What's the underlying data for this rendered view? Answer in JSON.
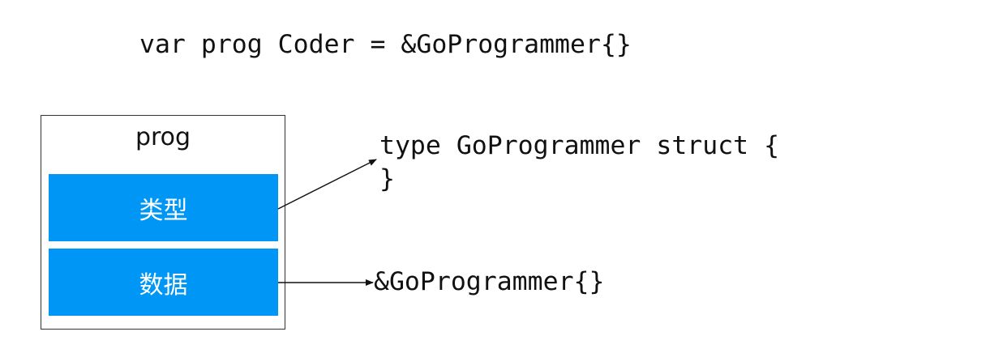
{
  "code_line": "var prog Coder = &GoProgrammer{}",
  "interface_box": {
    "label": "prog",
    "type_cell": "类型",
    "data_cell": "数据"
  },
  "type_target": {
    "line1": "type GoProgrammer struct {",
    "line2": "}"
  },
  "data_target": "&GoProgrammer{}",
  "colors": {
    "cell": "#0096f5",
    "border": "#333333"
  }
}
